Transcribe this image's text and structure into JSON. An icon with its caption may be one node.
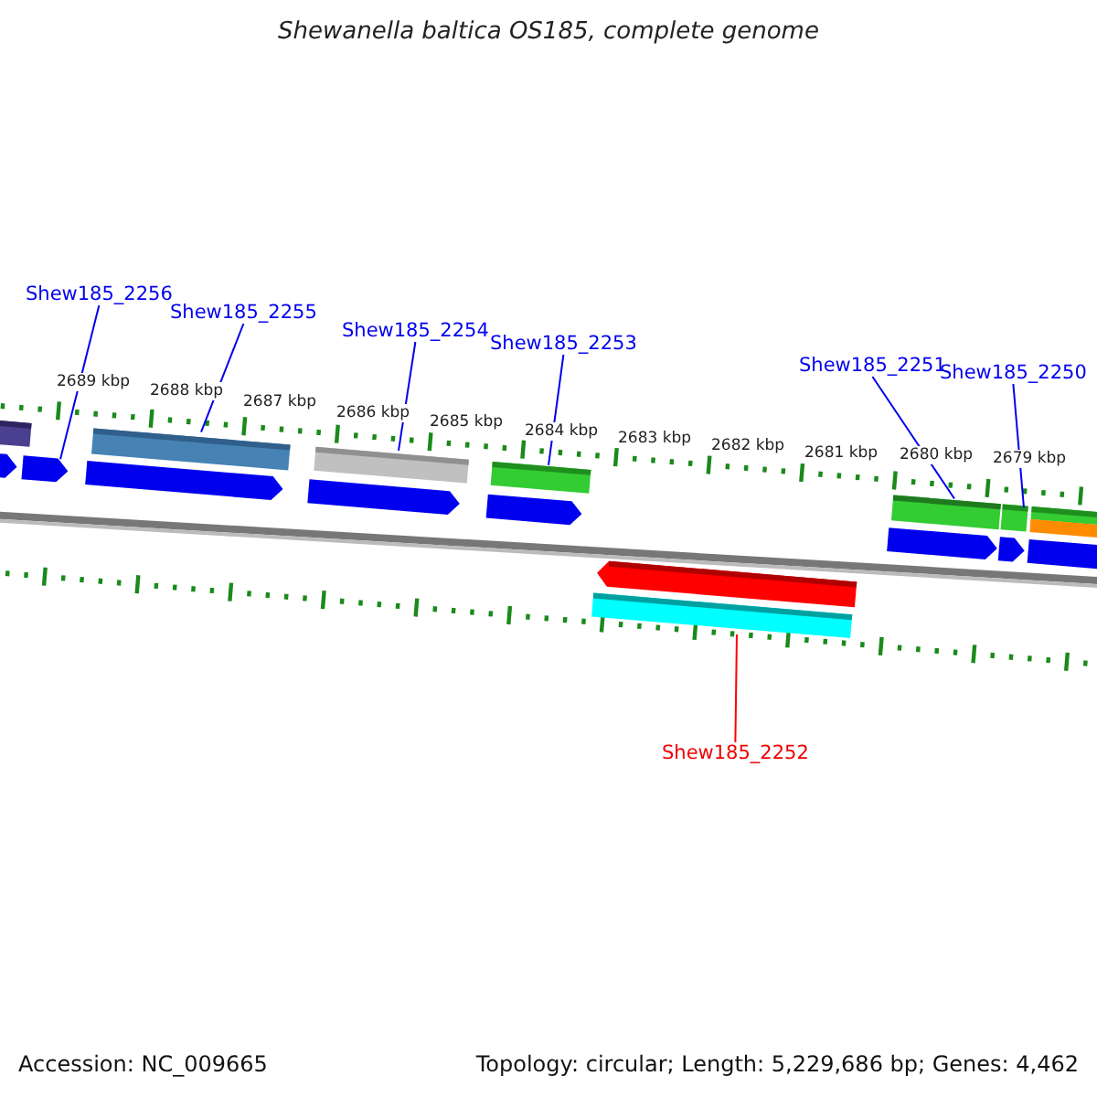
{
  "diagram": {
    "title": "Shewanella baltica OS185, complete genome",
    "nodes": [
      {
        "text": [
          "Shew185_2256"
        ]
      },
      {
        "text": [
          "Shew185_2255"
        ]
      },
      {
        "text": [
          "Shew185_2254"
        ]
      },
      {
        "text": [
          "Shew185_2253"
        ]
      },
      {
        "text": [
          "Shew185_2251"
        ]
      },
      {
        "text": [
          "Shew185_2250"
        ]
      },
      {
        "text": [
          "Shew185_2252"
        ]
      },
      {
        "text": [],
        "shape": "arrow"
      },
      {
        "text": [],
        "shape": "bar"
      },
      {
        "text": [],
        "shape": "bar"
      },
      {
        "text": [],
        "shape": "bar"
      },
      {
        "text": [],
        "shape": "bar"
      },
      {
        "text": [],
        "shape": "bar"
      },
      {
        "text": [],
        "shape": "bar"
      },
      {
        "text": [],
        "shape": "bar"
      },
      {
        "text": [],
        "shape": "arrow"
      },
      {
        "text": [],
        "shape": "arrow"
      },
      {
        "text": [],
        "shape": "arrow"
      },
      {
        "text": [],
        "shape": "arrow"
      },
      {
        "text": [],
        "shape": "arrow"
      },
      {
        "text": [],
        "shape": "arrow"
      },
      {
        "text": [],
        "shape": "arrow"
      },
      {
        "text": [],
        "shape": "bar"
      },
      {
        "text": [],
        "shape": "bar"
      },
      {
        "text": [],
        "shape": "arrow"
      }
    ],
    "edges": [
      {
        "from": 0,
        "to": 7,
        "arrow": "none"
      },
      {
        "from": 1,
        "to": 8,
        "arrow": "none"
      },
      {
        "from": 2,
        "to": 9,
        "arrow": "none"
      },
      {
        "from": 3,
        "to": 10,
        "arrow": "none"
      },
      {
        "from": 4,
        "to": 11,
        "arrow": "none"
      },
      {
        "from": 5,
        "to": 12,
        "arrow": "none"
      },
      {
        "from": 6,
        "to": 13,
        "arrow": "none",
        "color": "#ff0000"
      }
    ],
    "labels": [
      "2689 kbp",
      "2688 kbp",
      "2687 kbp",
      "2686 kbp",
      "2685 kbp",
      "2684 kbp",
      "2683 kbp",
      "2682 kbp",
      "2681 kbp",
      "2680 kbp",
      "2679 kbp",
      "Accession: NC_009665",
      "Topology: circular; Length: 5,229,686 bp; Genes: 4,462"
    ]
  }
}
